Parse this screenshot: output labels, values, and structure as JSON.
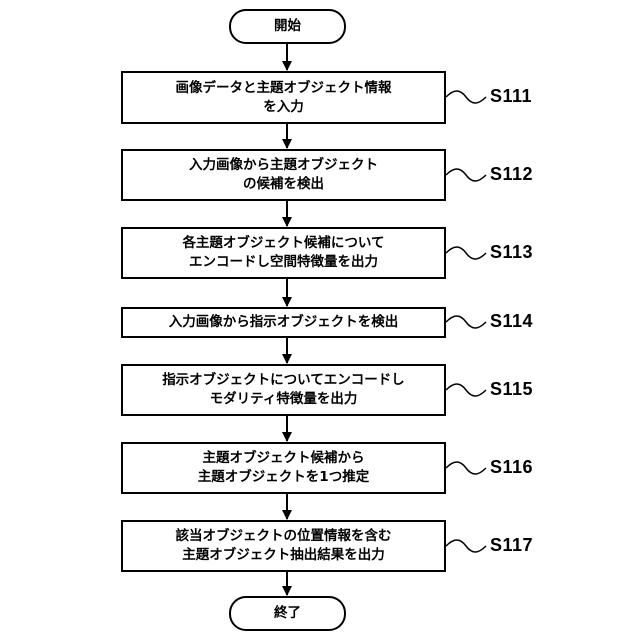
{
  "start_label": "開始",
  "end_label": "終了",
  "steps": [
    {
      "id": "S111",
      "lines": [
        "画像データと主題オブジェクト情報",
        "を入力"
      ]
    },
    {
      "id": "S112",
      "lines": [
        "入力画像から主題オブジェクト",
        "の候補を検出"
      ]
    },
    {
      "id": "S113",
      "lines": [
        "各主題オブジェクト候補について",
        "エンコードし空間特徴量を出力"
      ]
    },
    {
      "id": "S114",
      "lines": [
        "入力画像から指示オブジェクトを検出"
      ]
    },
    {
      "id": "S115",
      "lines": [
        "指示オブジェクトについてエンコードし",
        "モダリティ特徴量を出力"
      ]
    },
    {
      "id": "S116",
      "lines": [
        "主題オブジェクト候補から",
        "主題オブジェクトを1つ推定"
      ]
    },
    {
      "id": "S117",
      "lines": [
        "該当オブジェクトの位置情報を含む",
        "主題オブジェクト抽出結果を出力"
      ]
    }
  ]
}
